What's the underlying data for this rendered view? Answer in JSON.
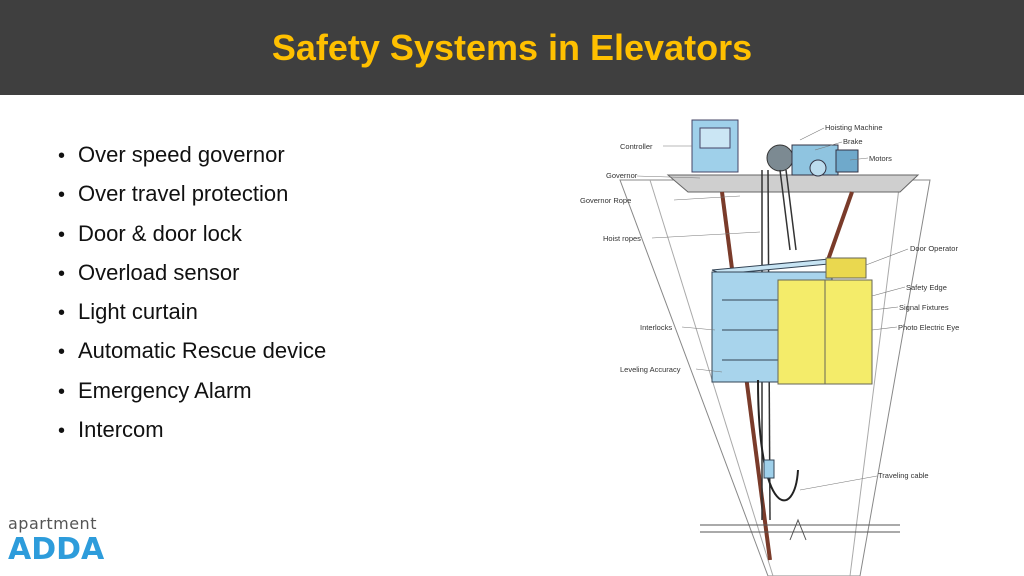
{
  "slide": {
    "title": "Safety Systems in Elevators",
    "bullets": [
      "Over speed governor",
      "Over travel protection",
      "Door & door lock",
      "Overload sensor",
      "Light curtain",
      "Automatic Rescue device",
      "Emergency Alarm",
      "Intercom"
    ]
  },
  "diagram": {
    "labels": {
      "hoisting_machine": "Hoisting Machine",
      "brake": "Brake",
      "motors": "Motors",
      "controller": "Controller",
      "governor": "Governor",
      "governor_rope": "Governor Rope",
      "hoist_ropes": "Hoist ropes",
      "door_operator": "Door Operator",
      "safety_edge": "Safety Edge",
      "signal_fixtures": "Signal Fixtures",
      "photo_electric_eye": "Photo Electric Eye",
      "interlocks": "Interlocks",
      "leveling_accuracy": "Leveling Accuracy",
      "traveling_cable": "Traveling cable"
    }
  },
  "logo": {
    "line1": "apartment",
    "line2": "ADDA"
  },
  "colors": {
    "title_bar": "#3f3f3f",
    "title_text": "#ffc000",
    "logo_blue": "#2d9cdb",
    "car_blue": "#a8d4ec",
    "door_yellow": "#f4ec6a"
  }
}
